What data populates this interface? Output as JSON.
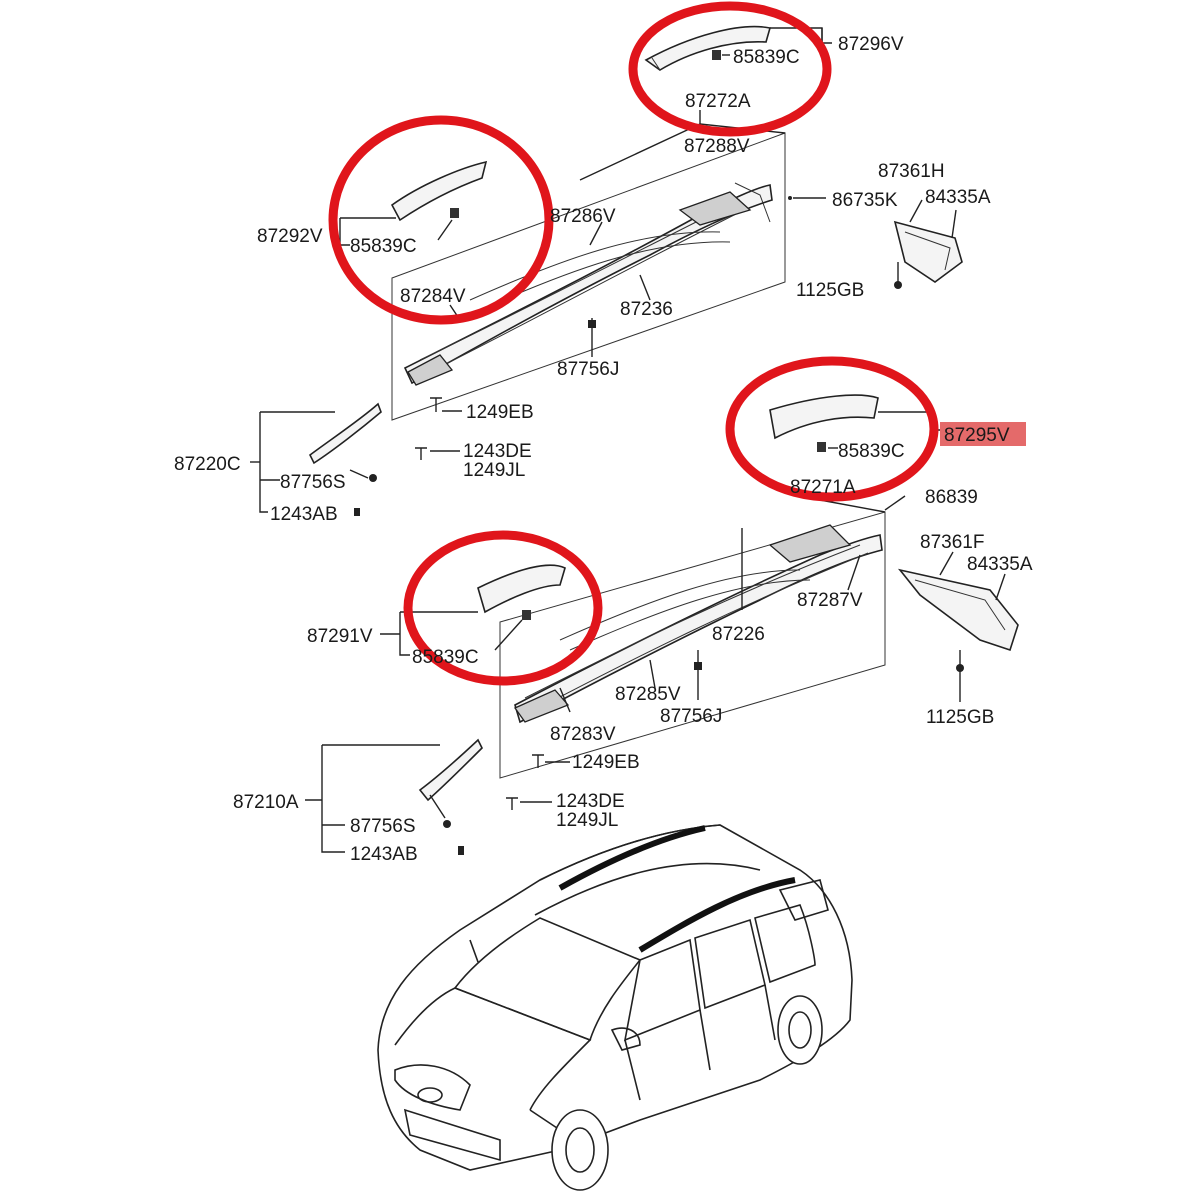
{
  "labels": {
    "p87296V": "87296V",
    "p85839C_a": "85839C",
    "p87272A": "87272A",
    "p87288V": "87288V",
    "p87292V": "87292V",
    "p85839C_b": "85839C",
    "p87286V": "87286V",
    "p87284V": "87284V",
    "p87236": "87236",
    "p87756J_a": "87756J",
    "p1249EB_a": "1249EB",
    "p87361H": "87361H",
    "p86735K": "86735K",
    "p84335A_a": "84335A",
    "p1125GB_a": "1125GB",
    "p87220C": "87220C",
    "p87756S_a": "87756S",
    "p1243AB_a": "1243AB",
    "p1243DE_a": "1243DE",
    "p1249JL_a": "1249JL",
    "p87295V": "87295V",
    "p85839C_c": "85839C",
    "p87271A": "87271A",
    "p86839": "86839",
    "p87361F": "87361F",
    "p84335A_b": "84335A",
    "p87287V": "87287V",
    "p87226": "87226",
    "p87291V": "87291V",
    "p85839C_d": "85839C",
    "p87285V": "87285V",
    "p87756J_b": "87756J",
    "p87283V": "87283V",
    "p1249EB_b": "1249EB",
    "p1125GB_b": "1125GB",
    "p87210A": "87210A",
    "p87756S_b": "87756S",
    "p1243AB_b": "1243AB",
    "p1243DE_b": "1243DE",
    "p1249JL_b": "1249JL"
  },
  "colors": {
    "highlight_circle": "#e0151b",
    "highlight_label_bg": "#e46a6a",
    "line": "#222222"
  }
}
